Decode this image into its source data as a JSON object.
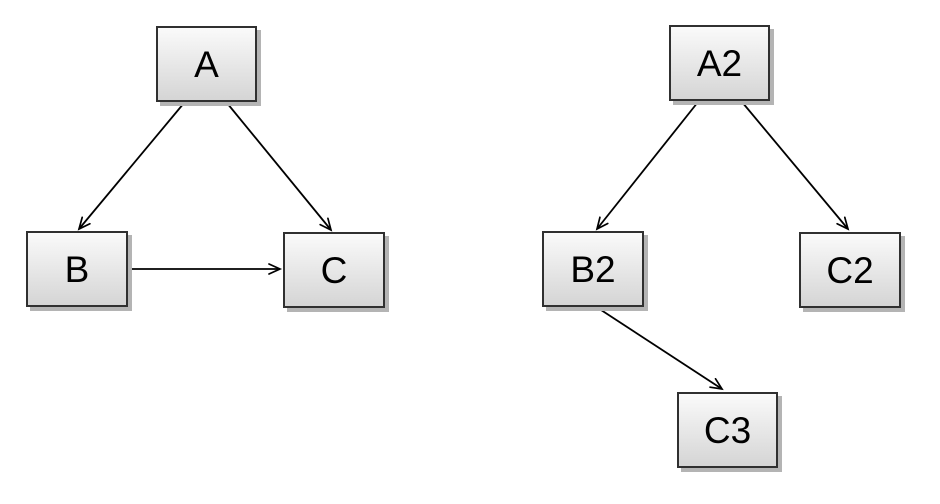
{
  "colors": {
    "canvas_background": "#ffffff",
    "node_border": "#303030",
    "node_fill_light": "#fafafa",
    "node_fill_dark": "#d5d5d5",
    "node_shadow": "#b4b4b4",
    "edge_stroke": "#000000"
  },
  "left_graph": {
    "nodes": [
      {
        "id": "A",
        "label": "A"
      },
      {
        "id": "B",
        "label": "B"
      },
      {
        "id": "C",
        "label": "C"
      }
    ],
    "edges": [
      {
        "from": "A",
        "to": "B"
      },
      {
        "from": "A",
        "to": "C"
      },
      {
        "from": "B",
        "to": "C"
      }
    ]
  },
  "right_graph": {
    "nodes": [
      {
        "id": "A2",
        "label": "A2"
      },
      {
        "id": "B2",
        "label": "B2"
      },
      {
        "id": "C2",
        "label": "C2"
      },
      {
        "id": "C3",
        "label": "C3"
      }
    ],
    "edges": [
      {
        "from": "A2",
        "to": "B2"
      },
      {
        "from": "A2",
        "to": "C2"
      },
      {
        "from": "B2",
        "to": "C3"
      }
    ]
  }
}
